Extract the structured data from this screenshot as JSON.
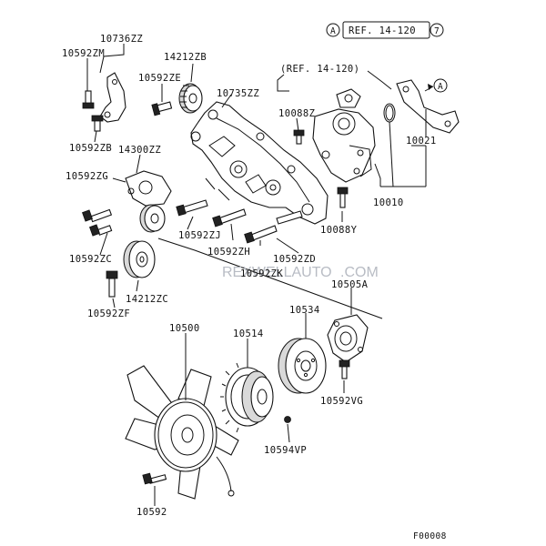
{
  "ref_box": {
    "circle": "A",
    "text": "REF. 14-120",
    "num": "7"
  },
  "ref_note": "(REF. 14-120)",
  "arrow_letter": "A",
  "watermark": "REXWELLAUTO.EN.ALIBABA.COM",
  "watermark_visible": "REXWELLAUTO",
  "watermark_visible2": ".COM",
  "figure_code": "F00008",
  "labels": [
    {
      "id": "10736ZZ",
      "text": "10736ZZ"
    },
    {
      "id": "10592ZM",
      "text": "10592ZM"
    },
    {
      "id": "14212ZB",
      "text": "14212ZB"
    },
    {
      "id": "10592ZE",
      "text": "10592ZE"
    },
    {
      "id": "10735ZZ",
      "text": "10735ZZ"
    },
    {
      "id": "10088Z",
      "text": "10088Z"
    },
    {
      "id": "10592ZB",
      "text": "10592ZB"
    },
    {
      "id": "14300ZZ",
      "text": "14300ZZ"
    },
    {
      "id": "10592ZG",
      "text": "10592ZG"
    },
    {
      "id": "10021",
      "text": "10021"
    },
    {
      "id": "10010",
      "text": "10010"
    },
    {
      "id": "10592ZJ",
      "text": "10592ZJ"
    },
    {
      "id": "10088Y",
      "text": "10088Y"
    },
    {
      "id": "10592ZH",
      "text": "10592ZH"
    },
    {
      "id": "10592ZC",
      "text": "10592ZC"
    },
    {
      "id": "10592ZD",
      "text": "10592ZD"
    },
    {
      "id": "10592ZK",
      "text": "10592ZK"
    },
    {
      "id": "10505A",
      "text": "10505A"
    },
    {
      "id": "14212ZC",
      "text": "14212ZC"
    },
    {
      "id": "10592ZF",
      "text": "10592ZF"
    },
    {
      "id": "10534",
      "text": "10534"
    },
    {
      "id": "10500",
      "text": "10500"
    },
    {
      "id": "10514",
      "text": "10514"
    },
    {
      "id": "10592VG",
      "text": "10592VG"
    },
    {
      "id": "10594VP",
      "text": "10594VP"
    },
    {
      "id": "10592",
      "text": "10592"
    }
  ]
}
